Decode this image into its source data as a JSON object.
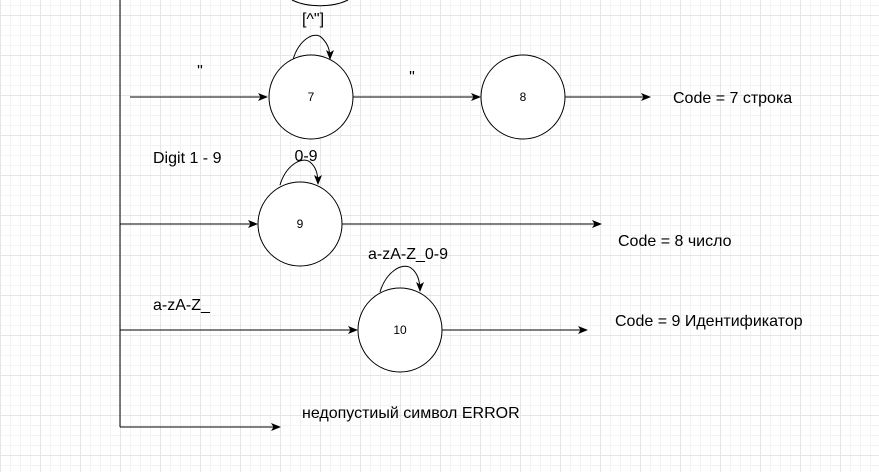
{
  "states": {
    "s7": "7",
    "s8": "8",
    "s9": "9",
    "s10": "10"
  },
  "labels": {
    "quote_in": "\"",
    "loop_7": "[^\"]",
    "quote_7_8": "\"",
    "code_7": "Code = 7 строка",
    "digit_in": "Digit 1 - 9",
    "loop_9": "0-9",
    "code_8": "Code = 8 число",
    "alpha_in": "a-zA-Z_",
    "loop_10": "a-zA-Z_0-9",
    "code_9": "Code = 9 Идентификатор",
    "error": "недопустиый символ ERROR"
  }
}
